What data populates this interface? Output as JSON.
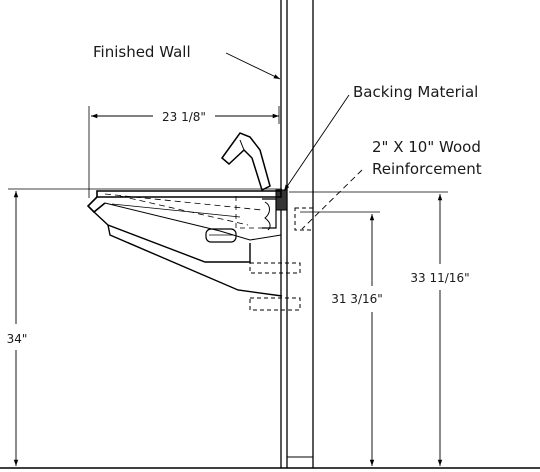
{
  "labels": {
    "finished_wall": "Finished Wall",
    "backing_material": "Backing Material",
    "reinforcement_line1": "2\" X 10\" Wood",
    "reinforcement_line2": "Reinforcement"
  },
  "dimensions": {
    "sink_depth": "23 1/8\"",
    "rim_height": "34\"",
    "clearance_height": "31 3/16\"",
    "faucet_deck_height": "33 11/16\""
  }
}
